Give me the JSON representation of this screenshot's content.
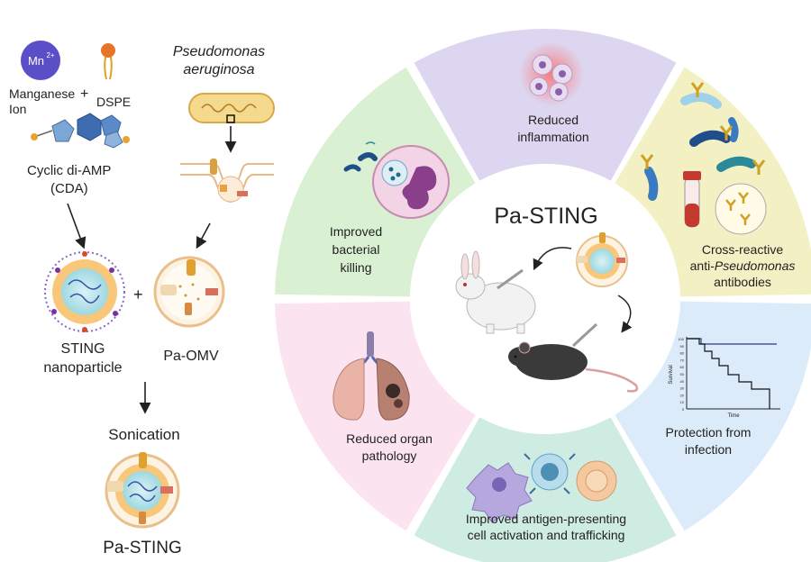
{
  "left": {
    "mn_symbol": "Mn",
    "mn_charge": "2+",
    "plus_top": "+",
    "manganese_line1": "Manganese",
    "manganese_line2": "Ion",
    "dspe": "DSPE",
    "pseudomonas_line1": "Pseudomonas",
    "pseudomonas_line2": "aeruginosa",
    "cda_line1": "Cyclic di-AMP",
    "cda_line2": "(CDA)",
    "plus_mid": "+",
    "sting_np_line1": "STING",
    "sting_np_line2": "nanoparticle",
    "pa_omv": "Pa-OMV",
    "sonication": "Sonication",
    "pa_sting": "Pa-STING"
  },
  "wheel": {
    "center_title": "Pa-STING",
    "segments": {
      "inflammation": [
        "Reduced",
        "inflammation"
      ],
      "antibodies_line1": "Cross-reactive",
      "antibodies_line2_prefix": "anti-",
      "antibodies_line2_italic": "Pseudomonas",
      "antibodies_line3": "antibodies",
      "protection": [
        "Protection from",
        "infection"
      ],
      "apc": [
        "Improved antigen-presenting",
        "cell activation and trafficking"
      ],
      "organ": [
        "Reduced organ",
        "pathology"
      ],
      "killing": [
        "Improved",
        "bacterial",
        "killing"
      ]
    },
    "survival_plot": {
      "ylabel": "Survival",
      "xlabel": "Time",
      "ticks": [
        "100",
        "90",
        "80",
        "70",
        "60",
        "50",
        "40",
        "30",
        "20",
        "10",
        "0"
      ]
    }
  },
  "colors": {
    "inflammation": "#ddd6f0",
    "antibodies": "#f3f0c4",
    "protection": "#dcebfa",
    "apc": "#cfece2",
    "organ": "#fbe4ef",
    "killing": "#d9f0d2",
    "arrow": "#222222"
  }
}
